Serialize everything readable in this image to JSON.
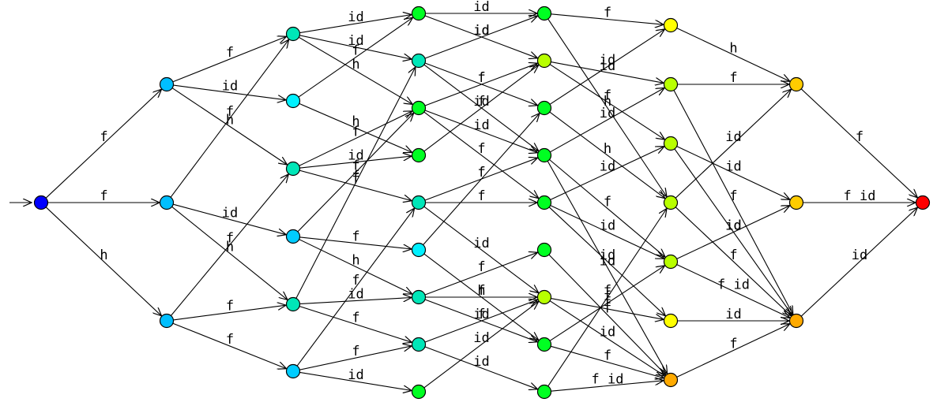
{
  "nodes": [
    {
      "id": "n0",
      "color": "#0000ff"
    },
    {
      "id": "n1",
      "color": "#00bfff"
    },
    {
      "id": "n2",
      "color": "#00bfff"
    },
    {
      "id": "n3",
      "color": "#00bfff"
    },
    {
      "id": "n4",
      "color": "#00e6b8"
    },
    {
      "id": "n5",
      "color": "#00f0ff"
    },
    {
      "id": "n6",
      "color": "#00e6b8"
    },
    {
      "id": "n7",
      "color": "#00ccff"
    },
    {
      "id": "n8",
      "color": "#00e6b8"
    },
    {
      "id": "n9",
      "color": "#00ccff"
    },
    {
      "id": "n10",
      "color": "#00ff22"
    },
    {
      "id": "n11",
      "color": "#00e6b8"
    },
    {
      "id": "n12",
      "color": "#00ff22"
    },
    {
      "id": "n13",
      "color": "#00ff22"
    },
    {
      "id": "n14",
      "color": "#00e6b8"
    },
    {
      "id": "n15",
      "color": "#00f0ff"
    },
    {
      "id": "n16",
      "color": "#00e6b8"
    },
    {
      "id": "n17",
      "color": "#00e6b8"
    },
    {
      "id": "n18",
      "color": "#00ff22"
    },
    {
      "id": "n19",
      "color": "#00ff22"
    },
    {
      "id": "n20",
      "color": "#b8ff00"
    },
    {
      "id": "n21",
      "color": "#00ff22"
    },
    {
      "id": "n22",
      "color": "#00ff22"
    },
    {
      "id": "n23",
      "color": "#00ff22"
    },
    {
      "id": "n24",
      "color": "#00ff22"
    },
    {
      "id": "n25",
      "color": "#b8ff00"
    },
    {
      "id": "n26",
      "color": "#00ff22"
    },
    {
      "id": "n27",
      "color": "#00ff22"
    },
    {
      "id": "n28",
      "color": "#ffff00"
    },
    {
      "id": "n29",
      "color": "#b8ff00"
    },
    {
      "id": "n30",
      "color": "#b8ff00"
    },
    {
      "id": "n31",
      "color": "#b8ff00"
    },
    {
      "id": "n32",
      "color": "#b8ff00"
    },
    {
      "id": "n33",
      "color": "#ffff00"
    },
    {
      "id": "n34",
      "color": "#ffaa00"
    },
    {
      "id": "n35",
      "color": "#ffcc00"
    },
    {
      "id": "n36",
      "color": "#ffcc00"
    },
    {
      "id": "n37",
      "color": "#ffaa00"
    },
    {
      "id": "n38",
      "color": "#ff0000"
    }
  ],
  "edges": [
    {
      "from": "n0",
      "to": "n1",
      "label": "f"
    },
    {
      "from": "n0",
      "to": "n2",
      "label": "f"
    },
    {
      "from": "n0",
      "to": "n3",
      "label": "h"
    },
    {
      "from": "n1",
      "to": "n4",
      "label": "f"
    },
    {
      "from": "n1",
      "to": "n5",
      "label": "id"
    },
    {
      "from": "n1",
      "to": "n6",
      "label": "h"
    },
    {
      "from": "n2",
      "to": "n4",
      "label": "f"
    },
    {
      "from": "n2",
      "to": "n7",
      "label": "id"
    },
    {
      "from": "n2",
      "to": "n8",
      "label": "h"
    },
    {
      "from": "n3",
      "to": "n6",
      "label": "f"
    },
    {
      "from": "n3",
      "to": "n8",
      "label": "f"
    },
    {
      "from": "n3",
      "to": "n9",
      "label": "f"
    },
    {
      "from": "n4",
      "to": "n10",
      "label": "id"
    },
    {
      "from": "n4",
      "to": "n11",
      "label": "id"
    },
    {
      "from": "n4",
      "to": "n12",
      "label": "h"
    },
    {
      "from": "n5",
      "to": "n10",
      "label": "f"
    },
    {
      "from": "n5",
      "to": "n13",
      "label": "h"
    },
    {
      "from": "n6",
      "to": "n12",
      "label": "f"
    },
    {
      "from": "n6",
      "to": "n13",
      "label": "id"
    },
    {
      "from": "n6",
      "to": "n14",
      "label": "f"
    },
    {
      "from": "n7",
      "to": "n12",
      "label": "f"
    },
    {
      "from": "n7",
      "to": "n15",
      "label": "f"
    },
    {
      "from": "n7",
      "to": "n16",
      "label": "h"
    },
    {
      "from": "n8",
      "to": "n11",
      "label": "f"
    },
    {
      "from": "n8",
      "to": "n16",
      "label": "id"
    },
    {
      "from": "n8",
      "to": "n17",
      "label": "f"
    },
    {
      "from": "n9",
      "to": "n14",
      "label": "f"
    },
    {
      "from": "n9",
      "to": "n17",
      "label": "f"
    },
    {
      "from": "n9",
      "to": "n18",
      "label": "id"
    },
    {
      "from": "n10",
      "to": "n19",
      "label": "id"
    },
    {
      "from": "n10",
      "to": "n20",
      "label": "id"
    },
    {
      "from": "n11",
      "to": "n19",
      "label": "id"
    },
    {
      "from": "n11",
      "to": "n21",
      "label": "f"
    },
    {
      "from": "n11",
      "to": "n22",
      "label": "f"
    },
    {
      "from": "n12",
      "to": "n20",
      "label": "f"
    },
    {
      "from": "n12",
      "to": "n22",
      "label": "id"
    },
    {
      "from": "n12",
      "to": "n23",
      "label": "f"
    },
    {
      "from": "n13",
      "to": "n20",
      "label": "id"
    },
    {
      "from": "n14",
      "to": "n22",
      "label": "f"
    },
    {
      "from": "n14",
      "to": "n23",
      "label": "f"
    },
    {
      "from": "n14",
      "to": "n25",
      "label": "id"
    },
    {
      "from": "n15",
      "to": "n21",
      "label": "f"
    },
    {
      "from": "n15",
      "to": "n26",
      "label": "h"
    },
    {
      "from": "n16",
      "to": "n24",
      "label": "f"
    },
    {
      "from": "n16",
      "to": "n25",
      "label": "f"
    },
    {
      "from": "n16",
      "to": "n26",
      "label": "id"
    },
    {
      "from": "n17",
      "to": "n25",
      "label": "f"
    },
    {
      "from": "n17",
      "to": "n27",
      "label": "id"
    },
    {
      "from": "n18",
      "to": "n25",
      "label": "id"
    },
    {
      "from": "n19",
      "to": "n28",
      "label": "f"
    },
    {
      "from": "n19",
      "to": "n31",
      "label": "h"
    },
    {
      "from": "n20",
      "to": "n29",
      "label": "id"
    },
    {
      "from": "n20",
      "to": "n30",
      "label": "f"
    },
    {
      "from": "n21",
      "to": "n28",
      "label": "id"
    },
    {
      "from": "n21",
      "to": "n31",
      "label": "h"
    },
    {
      "from": "n22",
      "to": "n29",
      "label": "id"
    },
    {
      "from": "n22",
      "to": "n32",
      "label": "f"
    },
    {
      "from": "n22",
      "to": "n34",
      "label": "id"
    },
    {
      "from": "n23",
      "to": "n30",
      "label": "id"
    },
    {
      "from": "n23",
      "to": "n32",
      "label": "id"
    },
    {
      "from": "n23",
      "to": "n33",
      "label": "id"
    },
    {
      "from": "n24",
      "to": "n34",
      "label": "f"
    },
    {
      "from": "n25",
      "to": "n33",
      "label": "f"
    },
    {
      "from": "n25",
      "to": "n34",
      "label": "id"
    },
    {
      "from": "n26",
      "to": "n32",
      "label": "f"
    },
    {
      "from": "n26",
      "to": "n34",
      "label": "f"
    },
    {
      "from": "n27",
      "to": "n31",
      "label": "f"
    },
    {
      "from": "n27",
      "to": "n34",
      "label": "f id"
    },
    {
      "from": "n28",
      "to": "n35",
      "label": "h"
    },
    {
      "from": "n29",
      "to": "n35",
      "label": "f"
    },
    {
      "from": "n29",
      "to": "n37",
      "label": "f"
    },
    {
      "from": "n30",
      "to": "n36",
      "label": "id"
    },
    {
      "from": "n30",
      "to": "n37",
      "label": "id"
    },
    {
      "from": "n31",
      "to": "n35",
      "label": "id"
    },
    {
      "from": "n31",
      "to": "n37",
      "label": "f"
    },
    {
      "from": "n32",
      "to": "n36",
      "label": "id"
    },
    {
      "from": "n32",
      "to": "n37",
      "label": "f id"
    },
    {
      "from": "n33",
      "to": "n37",
      "label": "id"
    },
    {
      "from": "n34",
      "to": "n37",
      "label": "f"
    },
    {
      "from": "n35",
      "to": "n38",
      "label": "f"
    },
    {
      "from": "n36",
      "to": "n38",
      "label": "f id"
    },
    {
      "from": "n37",
      "to": "n38",
      "label": "id"
    }
  ]
}
